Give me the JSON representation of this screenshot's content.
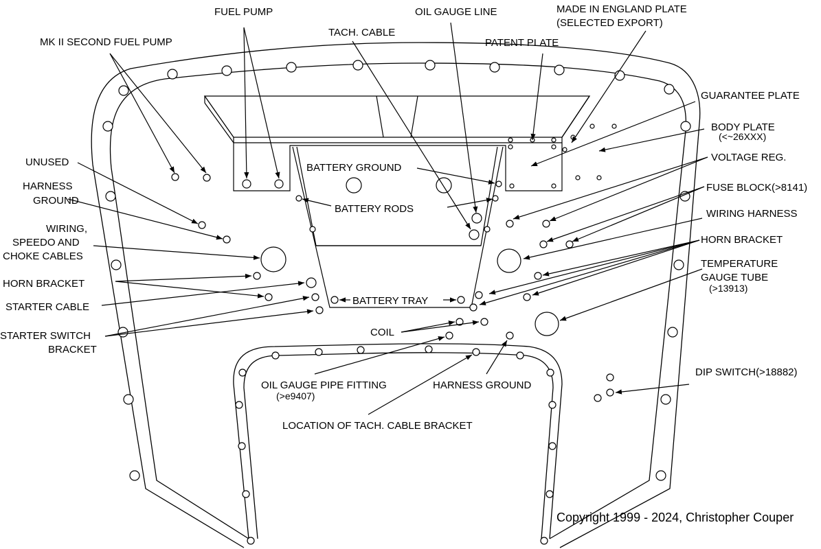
{
  "labels": {
    "fuel_pump": "FUEL PUMP",
    "oil_gauge_line": "OIL GAUGE LINE",
    "made_in_england_1": "MADE IN ENGLAND PLATE",
    "made_in_england_2": "(SELECTED EXPORT)",
    "mk2_fuel_pump": "MK II SECOND FUEL PUMP",
    "tach_cable": "TACH. CABLE",
    "patent_plate": "PATENT PLATE",
    "guarantee_plate": "GUARANTEE PLATE",
    "body_plate": "BODY PLATE",
    "body_plate_note": "(<~26XXX)",
    "unused": "UNUSED",
    "harness_ground_left_1": "HARNESS",
    "harness_ground_left_2": "GROUND",
    "battery_ground": "BATTERY GROUND",
    "voltage_reg": "VOLTAGE REG.",
    "fuse_block": "FUSE BLOCK",
    "fuse_block_note": "(>8141)",
    "battery_rods": "BATTERY RODS",
    "wiring_1": "WIRING,",
    "wiring_2": "SPEEDO AND",
    "wiring_3": "CHOKE CABLES",
    "wiring_harness": "WIRING HARNESS",
    "horn_bracket_right": "HORN BRACKET",
    "temp_gauge_1": "TEMPERATURE",
    "temp_gauge_2": "GAUGE TUBE",
    "temp_gauge_note": "(>13913)",
    "horn_bracket_left": "HORN BRACKET",
    "starter_cable": "STARTER CABLE",
    "battery_tray": "BATTERY TRAY",
    "starter_switch_1": "STARTER SWITCH",
    "starter_switch_2": "BRACKET",
    "coil": "COIL",
    "oil_gauge_pipe_1": "OIL GAUGE PIPE FITTING",
    "oil_gauge_pipe_2": "(>e9407)",
    "harness_ground_bottom": "HARNESS GROUND",
    "dip_switch": "DIP SWITCH",
    "dip_switch_note": "(>18882)",
    "tach_bracket": "LOCATION OF TACH. CABLE BRACKET",
    "copyright": "Copyright 1999 - 2024, Christopher Couper"
  }
}
